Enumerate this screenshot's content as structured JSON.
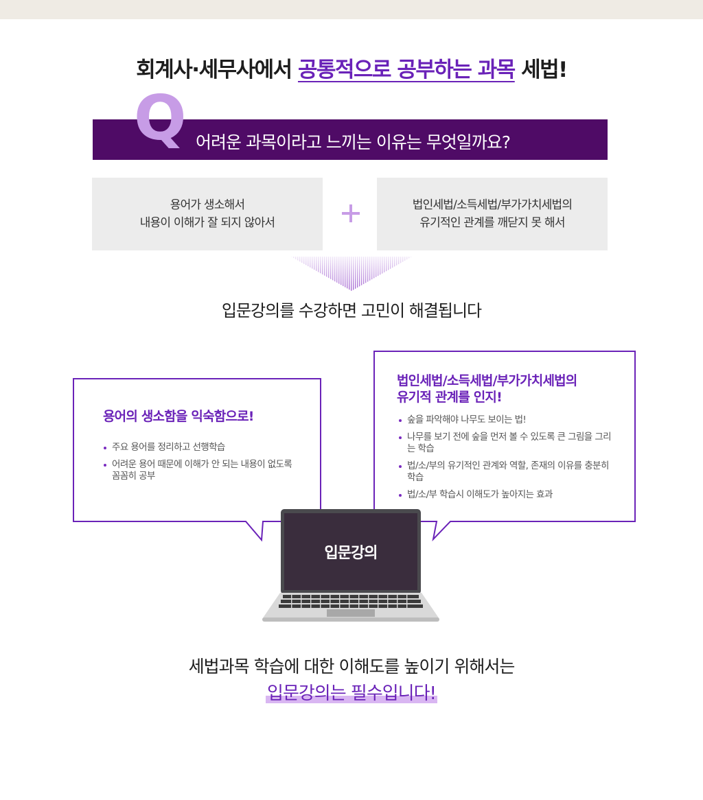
{
  "headline": {
    "part1": "회계사·세무사에서 ",
    "highlight": "공통적으로 공부하는 과목",
    "part2": " 세법!"
  },
  "question": {
    "letter": "Q",
    "text": "어려운 과목이라고 느끼는 이유는 무엇일까요?"
  },
  "reasons": [
    {
      "line1": "용어가 생소해서",
      "line2": "내용이 이해가 잘 되지 않아서"
    },
    {
      "line1": "법인세법/소득세법/부가가치세법의",
      "line2": "유기적인 관계를 깨닫지 못 해서"
    }
  ],
  "resolve_text": "입문강의를 수강하면 고민이 해결됩니다",
  "bubble_left": {
    "title": "용어의 생소함을 익숙함으로!",
    "items": [
      "주요 용어를 정리하고 선행학습",
      "어려운 용어 때문에 이해가 안 되는 내용이 없도록 꼼꼼히 공부"
    ]
  },
  "bubble_right": {
    "title_line1": "법인세법/소득세법/부가가치세법의",
    "title_line2": "유기적 관계를 인지!",
    "items": [
      "숲을 파악해야 나무도 보이는 법!",
      "나무를 보기 전에 숲을 먼저 볼 수 있도록 큰 그림을 그리는 학습",
      "법/소/부의 유기적인 관계와 역할, 존재의 이유를 충분히 학습",
      "법/소/부 학습시 이해도가 높아지는 효과"
    ]
  },
  "laptop_label": "입문강의",
  "bottom": {
    "line1": "세법과목 학습에 대한 이해도를 높이기 위해서는",
    "line2": "입문강의는 필수입니다!"
  },
  "colors": {
    "accent": "#6a22b8",
    "qbar": "#4f0b66",
    "qletter": "#c79ce6",
    "highlight_bg": "#d9b6f2",
    "grey_box": "#ececec",
    "top_band": "#efebe4"
  }
}
